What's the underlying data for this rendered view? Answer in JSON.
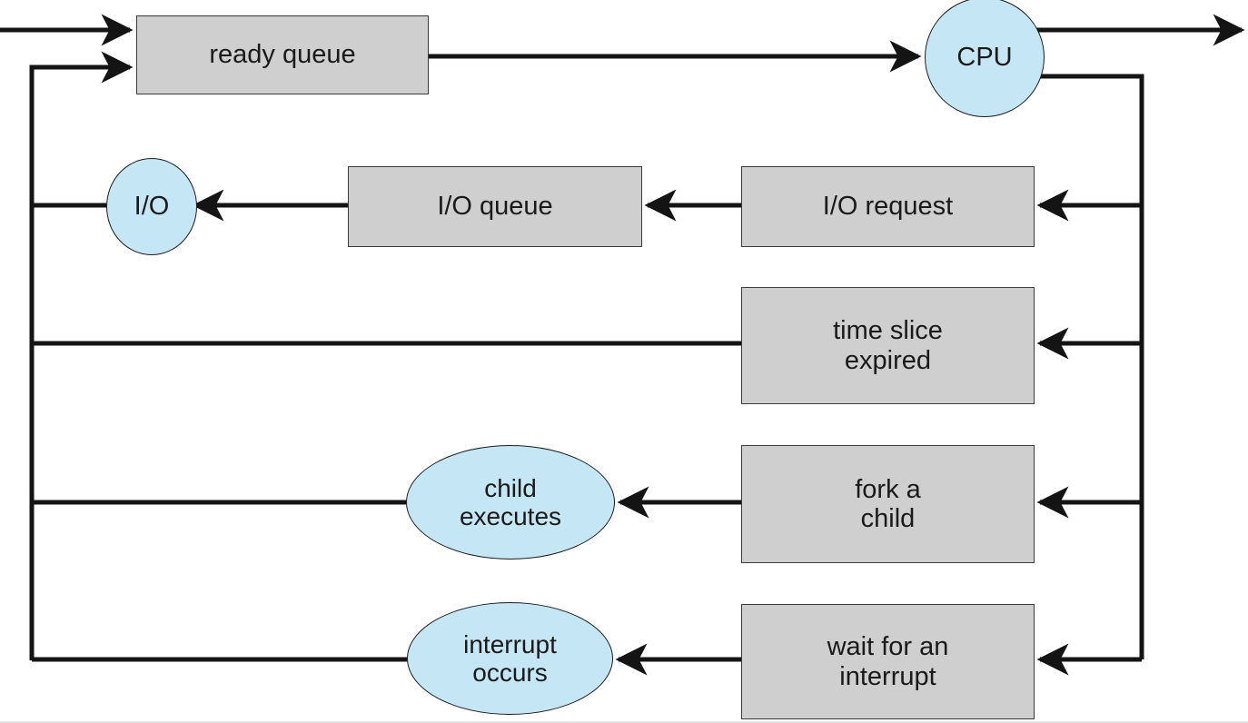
{
  "diagram": {
    "title": "CPU and I/O queueing diagram",
    "colors": {
      "box_fill": "#cfcfcf",
      "oval_fill": "#c5e6f5",
      "stroke": "#1c1c1c",
      "background": "#ffffff"
    },
    "nodes": {
      "ready_queue": {
        "label": "ready queue",
        "shape": "rectangle"
      },
      "cpu": {
        "label": "CPU",
        "shape": "circle"
      },
      "io": {
        "label": "I/O",
        "shape": "ellipse"
      },
      "io_queue": {
        "label": "I/O queue",
        "shape": "rectangle"
      },
      "io_request": {
        "label": "I/O request",
        "shape": "rectangle"
      },
      "time_slice_expired": {
        "label": "time slice\nexpired",
        "shape": "rectangle"
      },
      "child_executes": {
        "label": "child\nexecutes",
        "shape": "ellipse"
      },
      "fork_a_child": {
        "label": "fork a\nchild",
        "shape": "rectangle"
      },
      "interrupt_occurs": {
        "label": "interrupt\noccurs",
        "shape": "ellipse"
      },
      "wait_for_an_interrupt": {
        "label": "wait for an\ninterrupt",
        "shape": "rectangle"
      }
    },
    "edges": [
      {
        "name": "entry-into-ready-queue",
        "from": "entry",
        "to": "ready_queue"
      },
      {
        "name": "ready-queue-to-cpu",
        "from": "ready_queue",
        "to": "cpu"
      },
      {
        "name": "cpu-to-exit",
        "from": "cpu",
        "to": "exit"
      },
      {
        "name": "cpu-to-io-request",
        "from": "cpu",
        "to": "io_request"
      },
      {
        "name": "io-request-to-io-queue",
        "from": "io_request",
        "to": "io_queue"
      },
      {
        "name": "io-queue-to-io",
        "from": "io_queue",
        "to": "io"
      },
      {
        "name": "io-to-ready-queue",
        "from": "io",
        "to": "ready_queue"
      },
      {
        "name": "cpu-to-time-slice-expired",
        "from": "cpu",
        "to": "time_slice_expired"
      },
      {
        "name": "time-slice-expired-to-ready-queue",
        "from": "time_slice_expired",
        "to": "ready_queue"
      },
      {
        "name": "cpu-to-fork-a-child",
        "from": "cpu",
        "to": "fork_a_child"
      },
      {
        "name": "fork-a-child-to-child-executes",
        "from": "fork_a_child",
        "to": "child_executes"
      },
      {
        "name": "child-executes-to-ready-queue",
        "from": "child_executes",
        "to": "ready_queue"
      },
      {
        "name": "cpu-to-wait-for-an-interrupt",
        "from": "cpu",
        "to": "wait_for_an_interrupt"
      },
      {
        "name": "wait-to-interrupt-occurs",
        "from": "wait_for_an_interrupt",
        "to": "interrupt_occurs"
      },
      {
        "name": "interrupt-occurs-to-ready-queue",
        "from": "interrupt_occurs",
        "to": "ready_queue"
      }
    ]
  }
}
